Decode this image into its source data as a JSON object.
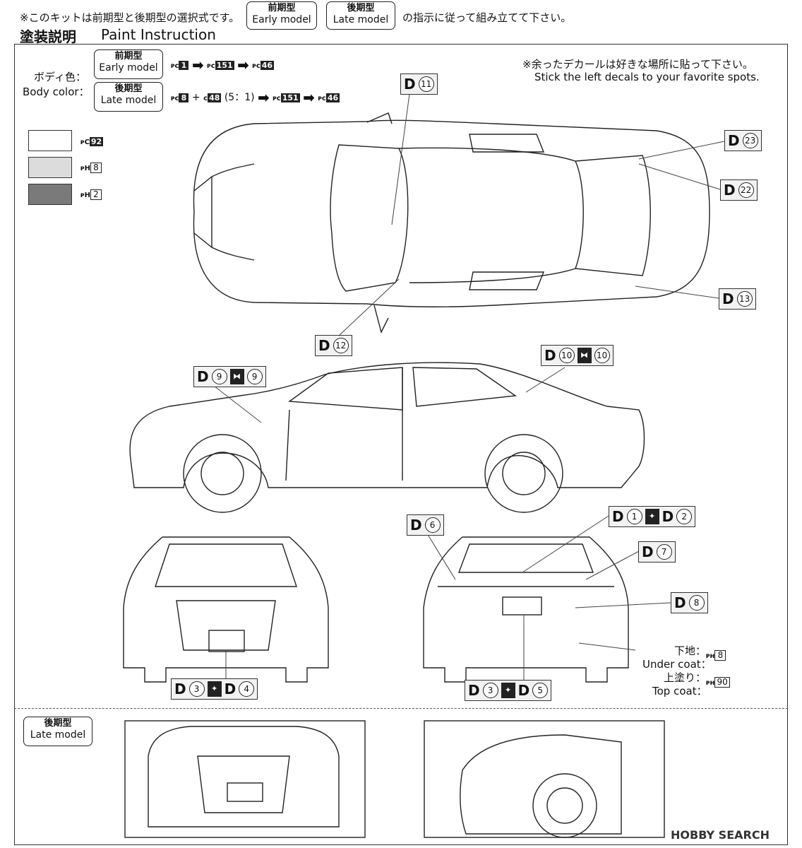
{
  "header": {
    "note_prefix": "※このキットは前期型と後期型の選択式です。",
    "early_jp": "前期型",
    "early_en": "Early model",
    "late_jp": "後期型",
    "late_en": "Late model",
    "note_suffix": "の指示に従って組み立てて下さい。"
  },
  "title": {
    "jp": "塗装説明",
    "en": "Paint Instruction"
  },
  "body_color": {
    "label_jp": "ボディ色：",
    "label_en": "Body color：",
    "early_jp": "前期型",
    "early_en": "Early model",
    "late_jp": "後期型",
    "late_en": "Late model",
    "early_steps": [
      "1",
      "151",
      "46"
    ],
    "late_steps_first": "8",
    "late_steps_plus": "48",
    "late_ratio": "(5：1)",
    "late_steps": [
      "151",
      "46"
    ]
  },
  "decal_note": {
    "jp": "※余ったデカールは好きな場所に貼って下さい。",
    "en": "Stick the left decals to your favorite spots."
  },
  "legend": [
    {
      "prefix": "C",
      "code": "92",
      "color": "#ffffff"
    },
    {
      "prefix": "H",
      "code": "8",
      "color": "#dcdcdc"
    },
    {
      "prefix": "H",
      "code": "2",
      "color": "#7a7a7a"
    }
  ],
  "decals": {
    "d11": "11",
    "d23": "23",
    "d22": "22",
    "d13": "13",
    "d12": "12",
    "d9a": "9",
    "d9b": "9",
    "d10a": "10",
    "d10b": "10",
    "d1": "1",
    "d2": "2",
    "d6": "6",
    "d7": "7",
    "d8": "8",
    "d3a": "3",
    "d4": "4",
    "d3b": "3",
    "d5": "5"
  },
  "undercoat": {
    "jp": "下地：",
    "en": "Under coat：",
    "code": "8"
  },
  "topcoat": {
    "jp": "上塗り：",
    "en": "Top coat：",
    "code": "90"
  },
  "late_model_box": {
    "jp": "後期型",
    "en": "Late model"
  },
  "watermark": "HOBBY SEARCH"
}
